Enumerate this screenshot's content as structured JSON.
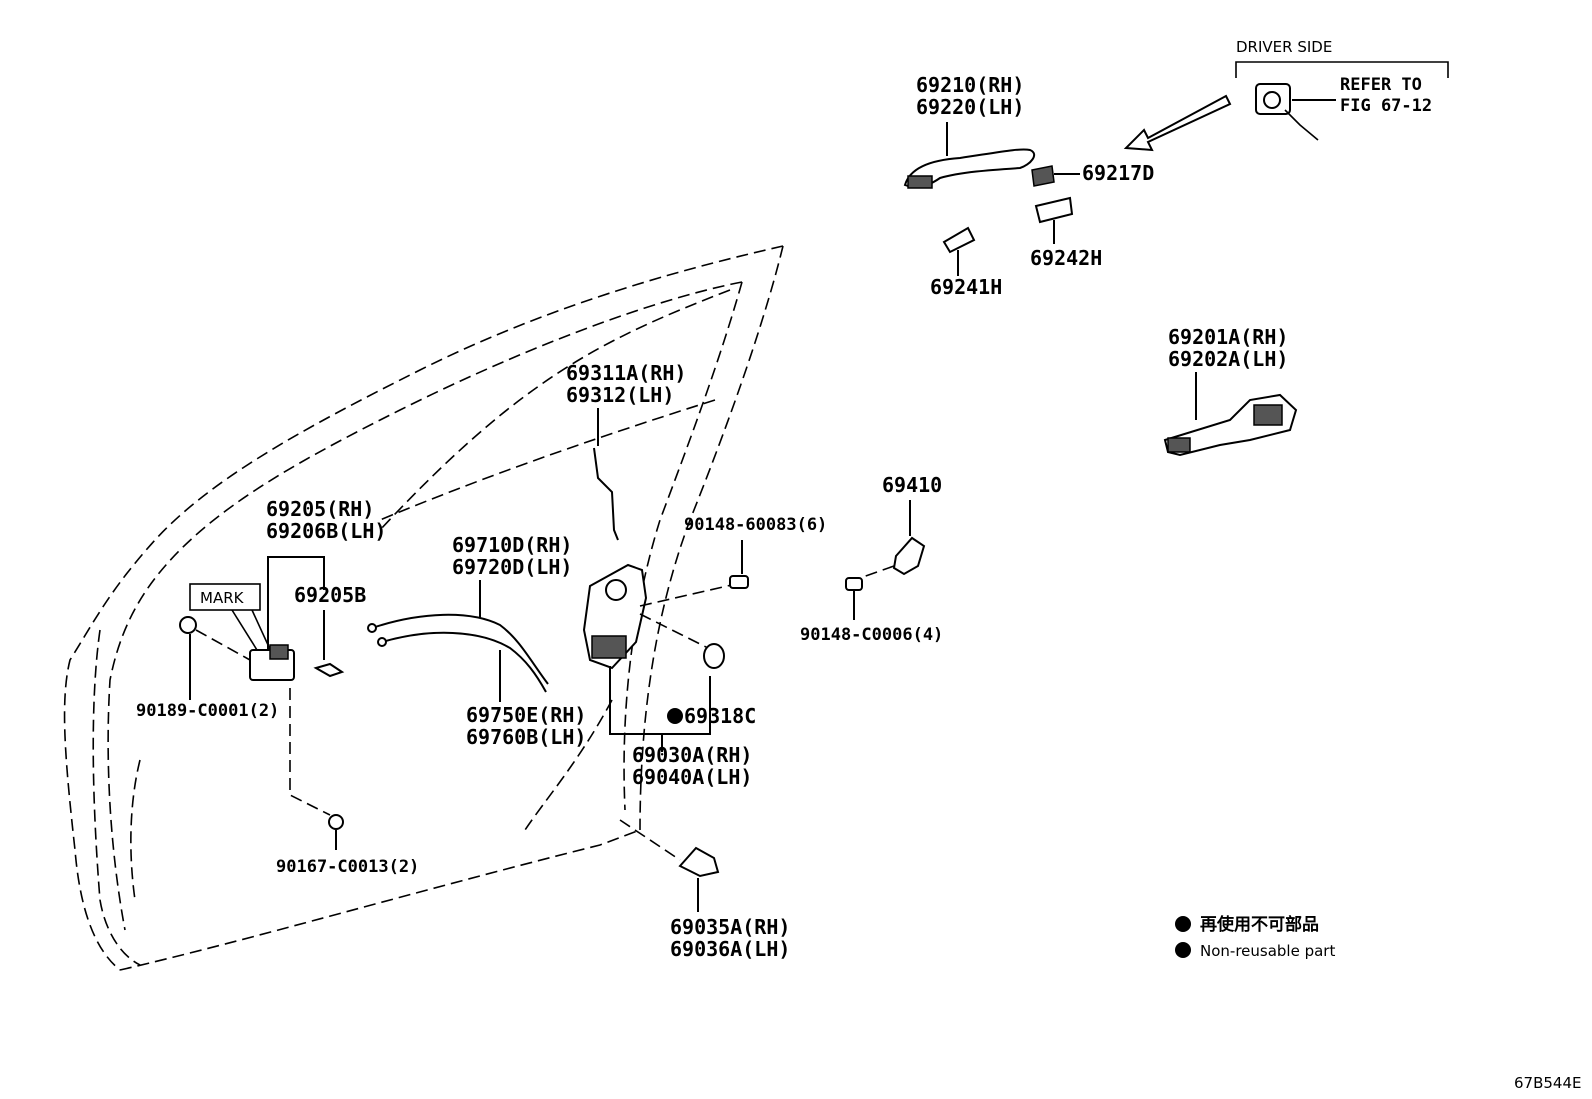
{
  "labels": {
    "driver_side": "DRIVER SIDE",
    "refer_to": "REFER TO",
    "fig_ref": "FIG 67-12",
    "p69210": "69210(RH)",
    "p69220": "69220(LH)",
    "p69217D": "69217D",
    "p69242H": "69242H",
    "p69241H": "69241H",
    "p69201A": "69201A(RH)",
    "p69202A": "69202A(LH)",
    "p69311A": "69311A(RH)",
    "p69312": "69312(LH)",
    "p69205": "69205(RH)",
    "p69206B": "69206B(LH)",
    "mark": "MARK",
    "p69205B": "69205B",
    "p90189": "90189-C0001(2)",
    "p69710D": "69710D(RH)",
    "p69720D": "69720D(LH)",
    "p69750E": "69750E(RH)",
    "p69760B": "69760B(LH)",
    "p90148_60083": "90148-60083(6)",
    "p69410": "69410",
    "p90148_C0006": "90148-C0006(4)",
    "p69318C": "69318C",
    "p69030A": "69030A(RH)",
    "p69040A": "69040A(LH)",
    "p90167": "90167-C0013(2)",
    "p69035A": "69035A(RH)",
    "p69036A": "69036A(LH)",
    "legend_jp": "再使用不可部品",
    "legend_en": "Non-reusable part",
    "figure_id": "67B544E"
  }
}
